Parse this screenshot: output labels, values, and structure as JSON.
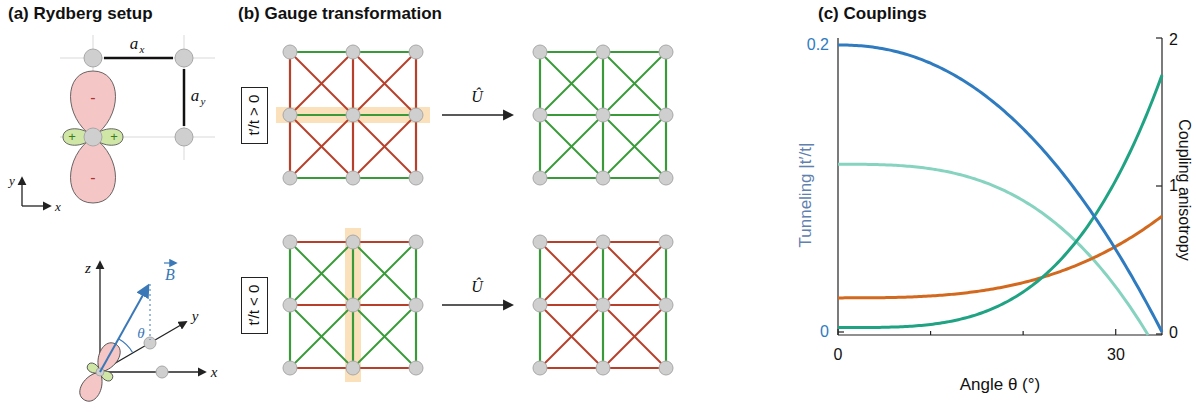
{
  "diagram": {
    "nodes": [
      {
        "text": [
          "t′/t > 0"
        ]
      },
      {
        "text": [
          "t′/t < 0"
        ]
      }
    ],
    "labels": [
      "(a) Rydberg setup",
      "a",
      "x",
      "a",
      "y",
      "-",
      "+",
      "+",
      "-",
      "y",
      "x",
      "z",
      "y",
      "x",
      "B",
      "θ",
      "(b) Gauge transformation",
      "Û",
      "Û",
      "(c) Couplings",
      "0.2",
      "0",
      "Tunneling |t′/t|",
      "2",
      "1",
      "0",
      "Coupling anisotropy",
      "0",
      "30",
      "Angle θ (°)"
    ]
  }
}
